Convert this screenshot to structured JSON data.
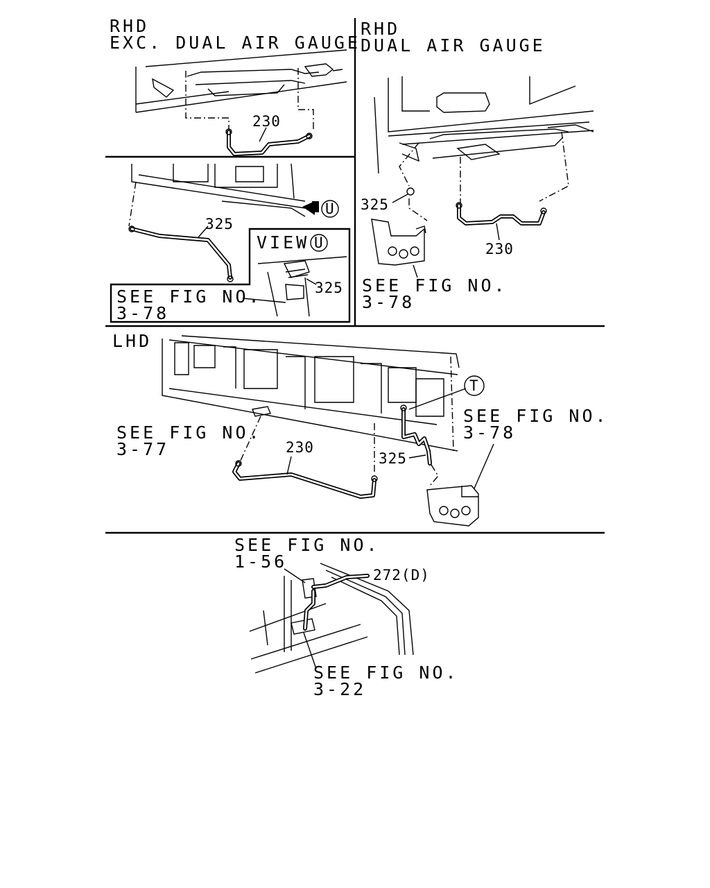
{
  "panels": {
    "rhd_exc_dual": {
      "title_line1": "RHD",
      "title_line2": "EXC. DUAL AIR GAUGE",
      "part_230": "230"
    },
    "rhd_view_u": {
      "part_325": "325",
      "marker_u": "U",
      "view_label": "VIEW",
      "view_marker": "U",
      "view_part_325": "325",
      "see_fig": "SEE FIG NO.",
      "see_fig_num": "3-78"
    },
    "rhd_dual": {
      "title_line1": "RHD",
      "title_line2": "DUAL AIR GAUGE",
      "part_325": "325",
      "part_230": "230",
      "see_fig": "SEE FIG NO.",
      "see_fig_num": "3-78"
    },
    "lhd": {
      "title": "LHD",
      "marker_t": "T",
      "see_fig_a": "SEE FIG NO.",
      "see_fig_a_num": "3-78",
      "see_fig_b": "SEE FIG NO.",
      "see_fig_b_num": "3-77",
      "part_230": "230",
      "part_325": "325"
    },
    "bottom": {
      "see_fig_top": "SEE FIG NO.",
      "see_fig_top_num": "1-56",
      "part_272": "272(D)",
      "see_fig_bottom": "SEE FIG NO.",
      "see_fig_bottom_num": "3-22"
    }
  }
}
